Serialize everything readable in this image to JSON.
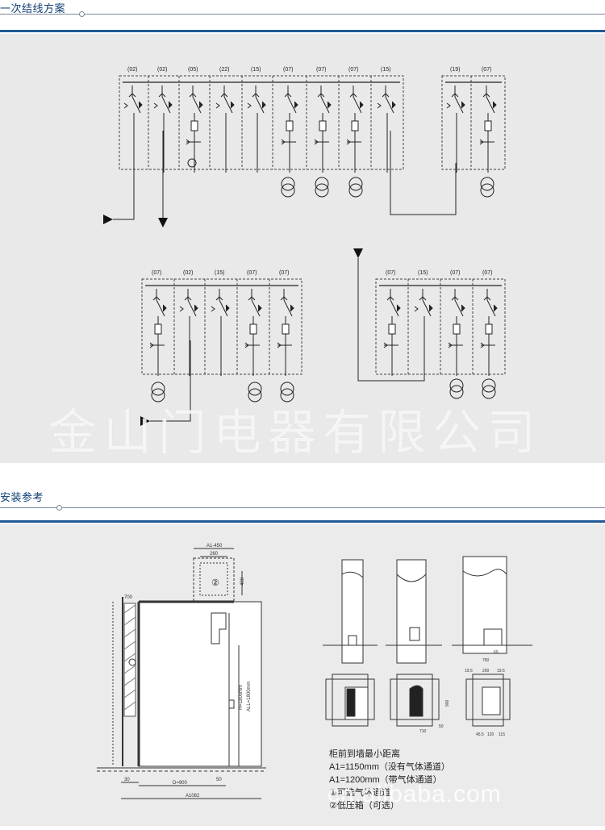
{
  "section1": {
    "title": "一次结线方案"
  },
  "section2": {
    "title": "安装参考"
  },
  "watermark": "金山门电器有限公司",
  "watermark_url": "cn.alibaba.com",
  "diagram1": {
    "top_left_codes": [
      "(02)",
      "(02)",
      "(05)",
      "(22)",
      "(15)",
      "(07)",
      "(07)",
      "(07)",
      "(15)"
    ],
    "top_right_codes": [
      "(19)",
      "(07)"
    ],
    "bottom_left_codes": [
      "(07)",
      "(02)",
      "(15)",
      "(07)",
      "(07)"
    ],
    "bottom_right_codes": [
      "(07)",
      "(15)",
      "(07)",
      "(07)"
    ]
  },
  "install": {
    "dim_a1": "A1-450",
    "dim_260": "260",
    "dim_400": "400",
    "dim_700": "700",
    "dim_h": "H=1800mm",
    "dim_all": "ALL=1800mm",
    "dim_30": "30",
    "dim_d": "D=900",
    "dim_50": "50",
    "dim_a": "A1082",
    "circle_label": "②",
    "small_dims": [
      "19.5",
      "200",
      "19.5",
      "900",
      "710",
      "45.5",
      "120",
      "115",
      "750",
      "50",
      "60"
    ]
  },
  "legend": {
    "line1": "柜前到墙最小距离",
    "line2": "A1=1150mm（没有气体通道）",
    "line3": "A1=1200mm（带气体通道）",
    "line4": "①可选气体通道",
    "line5": "②低压箱（可选）"
  }
}
